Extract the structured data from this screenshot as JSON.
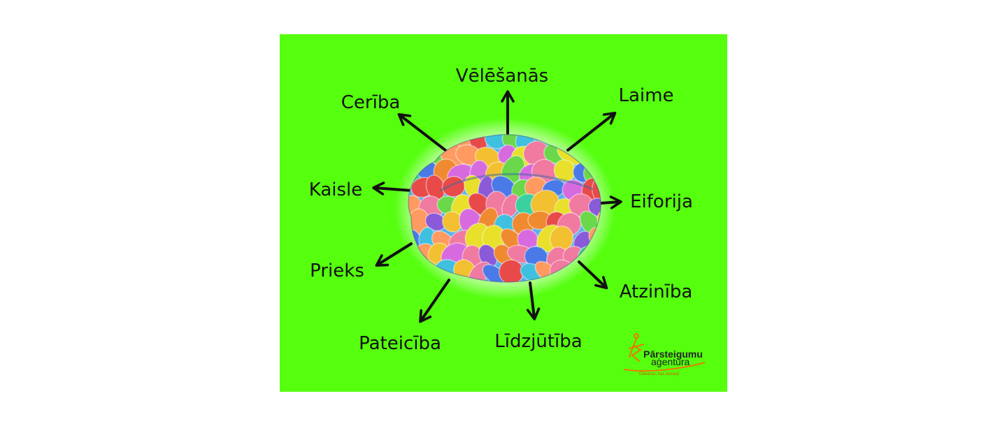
{
  "center": {
    "image": "colorful-brain"
  },
  "emotions": [
    {
      "id": "velesanas",
      "label": "Vēlēšanās"
    },
    {
      "id": "laime",
      "label": "Laime"
    },
    {
      "id": "eiforija",
      "label": "Eiforija"
    },
    {
      "id": "atzinība",
      "label": "Atzinība"
    },
    {
      "id": "lidzjutiba",
      "label": "Līdzjūtība"
    },
    {
      "id": "pateiciba",
      "label": "Pateicība"
    },
    {
      "id": "prieks",
      "label": "Prieks"
    },
    {
      "id": "kaisle",
      "label": "Kaisle"
    },
    {
      "id": "ceriba",
      "label": "Cerība"
    }
  ],
  "logo": {
    "name": "Pārsteigumu",
    "sub": "aģentūra",
    "tagline": "Dāvanas, kas aizrauj!",
    "color": "#ff6a00"
  },
  "colors": {
    "background": "#55ff0e",
    "arrow": "#111111"
  }
}
